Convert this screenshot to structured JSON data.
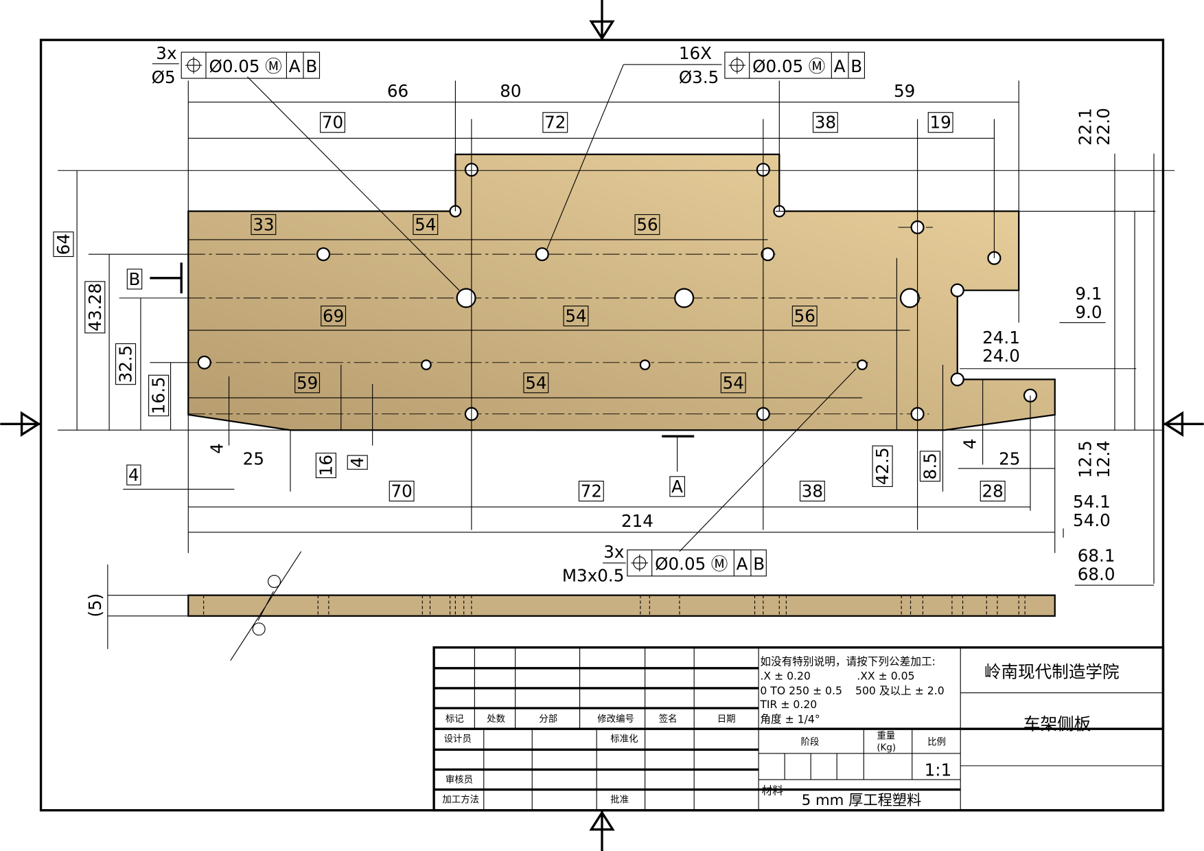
{
  "drawing": {
    "title": "车架侧板",
    "school": "岭南现代制造学院",
    "scale_label": "比例",
    "scale": "1:1",
    "stage_label": "阶段",
    "weight_label": "重量",
    "weight_unit": "(Kg)",
    "material_label": "材料",
    "material": "5 mm 厚工程塑料"
  },
  "tolerances": [
    "如没有特别说明，请按下列公差加工:",
    ".X ± 0.20",
    ".XX ± 0.05",
    "0 TO 250 ± 0.5",
    "500 及以上 ± 2.0",
    "TIR ± 0.20",
    "角度 ± 1/4°"
  ],
  "revision_headers": [
    "标记",
    "处数",
    "分部",
    "修改编号",
    "签名",
    "日期"
  ],
  "approval_labels": [
    "设计员",
    "标准化",
    "审核员",
    "加工方法",
    "批准"
  ],
  "fcf": [
    {
      "count": "3x",
      "size": "Ø5",
      "tol": "Ø0.05",
      "mod": "Ⓜ",
      "datums": [
        "A",
        "B"
      ]
    },
    {
      "count": "16X",
      "size": "Ø3.5",
      "tol": "Ø0.05",
      "mod": "Ⓜ",
      "datums": [
        "A",
        "B"
      ]
    },
    {
      "count": "3x",
      "size": "M3x0.5",
      "tol": "Ø0.05",
      "mod": "Ⓜ",
      "datums": [
        "A",
        "B"
      ]
    }
  ],
  "dims": [
    "66",
    "80",
    "59",
    "70",
    "72",
    "38",
    "19",
    "33",
    "54",
    "56",
    "69",
    "54",
    "56",
    "59",
    "54",
    "54",
    "25",
    "4",
    "4",
    "16",
    "4",
    "70",
    "72",
    "A",
    "38",
    "28",
    "25",
    "4",
    "214",
    "42.5",
    "8.5",
    "64",
    "43.28",
    "32.5",
    "16.5",
    "B",
    "22.1",
    "22.0",
    "9.1",
    "9.0",
    "24.1",
    "24.0",
    "12.5",
    "12.4",
    "54.1",
    "54.0",
    "68.1",
    "68.0",
    "(5)"
  ]
}
